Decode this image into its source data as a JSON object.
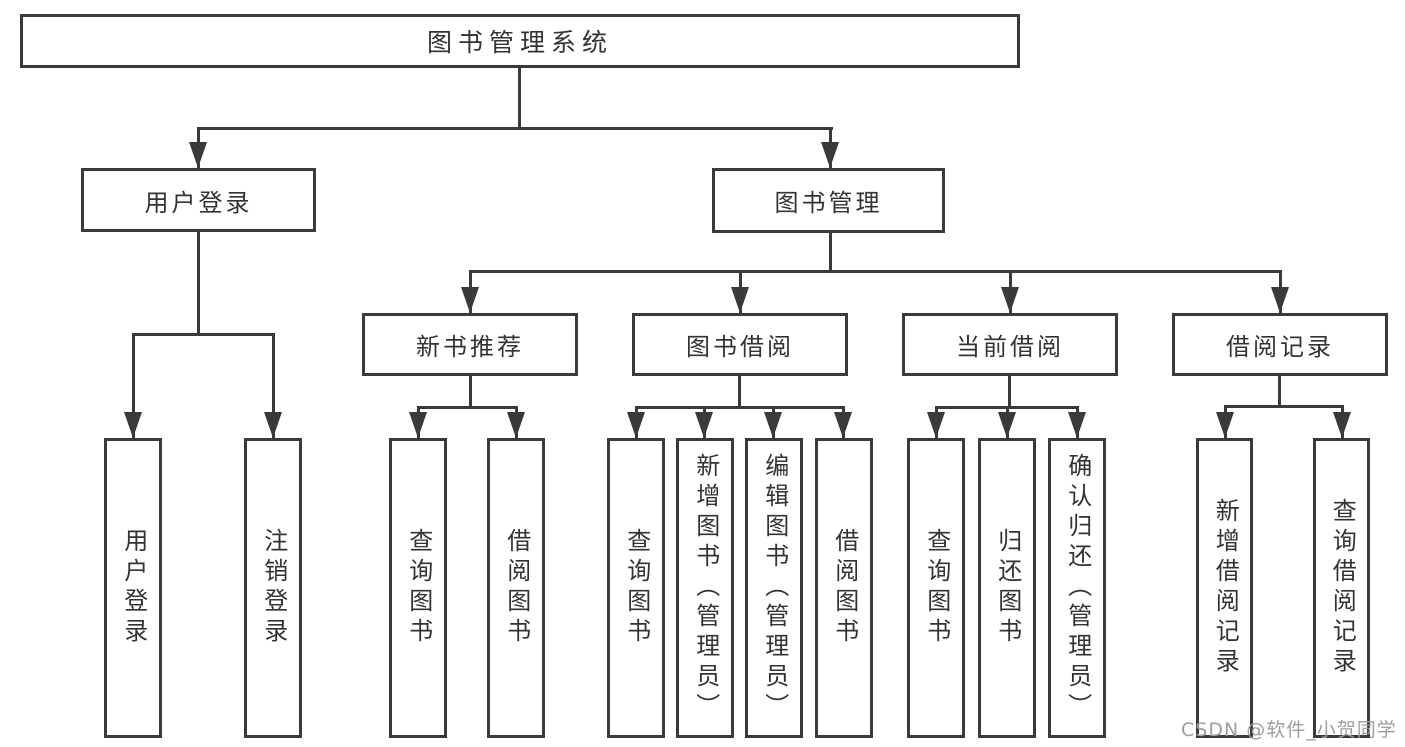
{
  "diagram": {
    "colors": {
      "line": "#3a3a3a",
      "text": "#333333",
      "node_fill": "#ffffff",
      "watermark": "#9e9e9e",
      "background": "#ffffff"
    },
    "root": {
      "label": "图书管理系统"
    },
    "level2": [
      {
        "label": "用户登录"
      },
      {
        "label": "图书管理"
      }
    ],
    "level3": [
      {
        "label": "新书推荐"
      },
      {
        "label": "图书借阅"
      },
      {
        "label": "当前借阅"
      },
      {
        "label": "借阅记录"
      }
    ],
    "leaves": {
      "user_login": [
        "用户登录",
        "注销登录"
      ],
      "new_book": [
        "查询图书",
        "借阅图书"
      ],
      "book_borrow": [
        "查询图书",
        "新增图书（管理员）",
        "编辑图书（管理员）",
        "借阅图书"
      ],
      "current_borrow": [
        "查询图书",
        "归还图书",
        "确认归还（管理员）"
      ],
      "borrow_records": [
        "新增借阅记录",
        "查询借阅记录"
      ]
    },
    "watermark": "CSDN @软件_小贺同学"
  }
}
